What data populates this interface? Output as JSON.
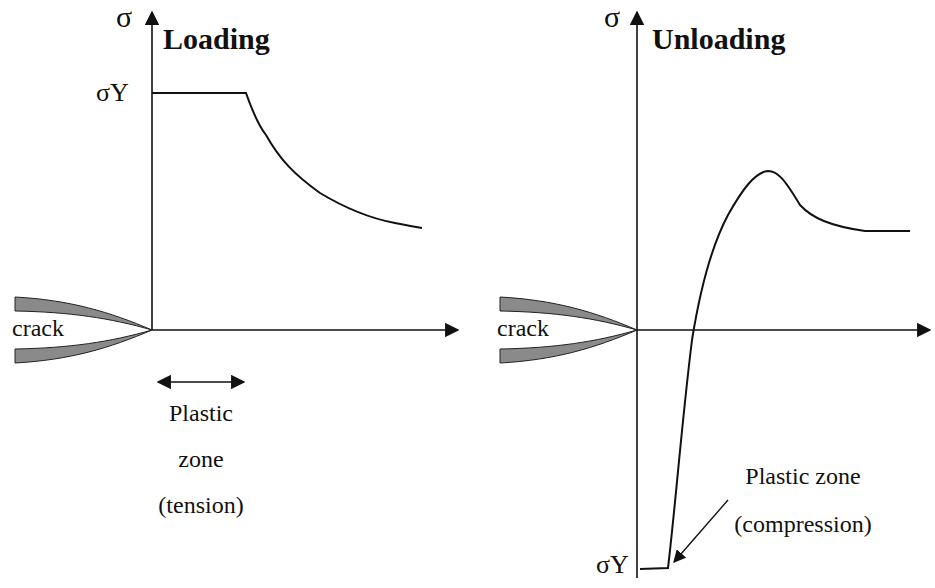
{
  "diagram": {
    "labels": [
      "σ",
      "Loading",
      "σY",
      "crack",
      "Plastic zone (tension)",
      "σ",
      "Unloading",
      "crack",
      "Plastic zone (compression)",
      "σY"
    ]
  }
}
